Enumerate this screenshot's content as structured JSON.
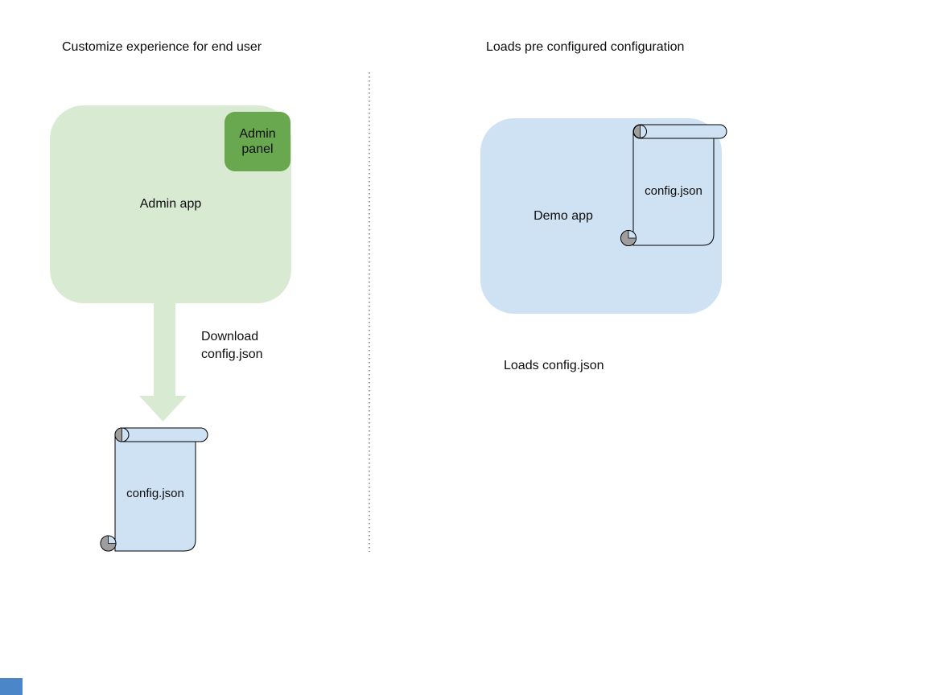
{
  "page": {
    "background": "#ffffff"
  },
  "left": {
    "title": "Customize experience for end user",
    "admin_app": {
      "label": "Admin app",
      "fill": "#d9ead3"
    },
    "admin_panel": {
      "label": "Admin\npanel",
      "fill": "#6aa84f"
    },
    "arrow": {
      "fill": "#d9ead3"
    },
    "download_label": "Download\nconfig.json",
    "config_scroll": {
      "label": "config.json",
      "fill": "#cfe2f3",
      "curl_fill": "#9e9e9e",
      "stroke": "#000000"
    }
  },
  "divider": {
    "style": "dotted",
    "color": "#949494"
  },
  "right": {
    "title": "Loads pre configured configuration",
    "demo_app": {
      "label": "Demo app",
      "fill": "#cfe2f3"
    },
    "config_scroll": {
      "label": "config.json",
      "fill": "#cfe2f3",
      "curl_fill": "#9e9e9e",
      "stroke": "#000000"
    },
    "caption": "Loads config.json"
  },
  "corner_accent": {
    "color": "#4a86c8"
  }
}
